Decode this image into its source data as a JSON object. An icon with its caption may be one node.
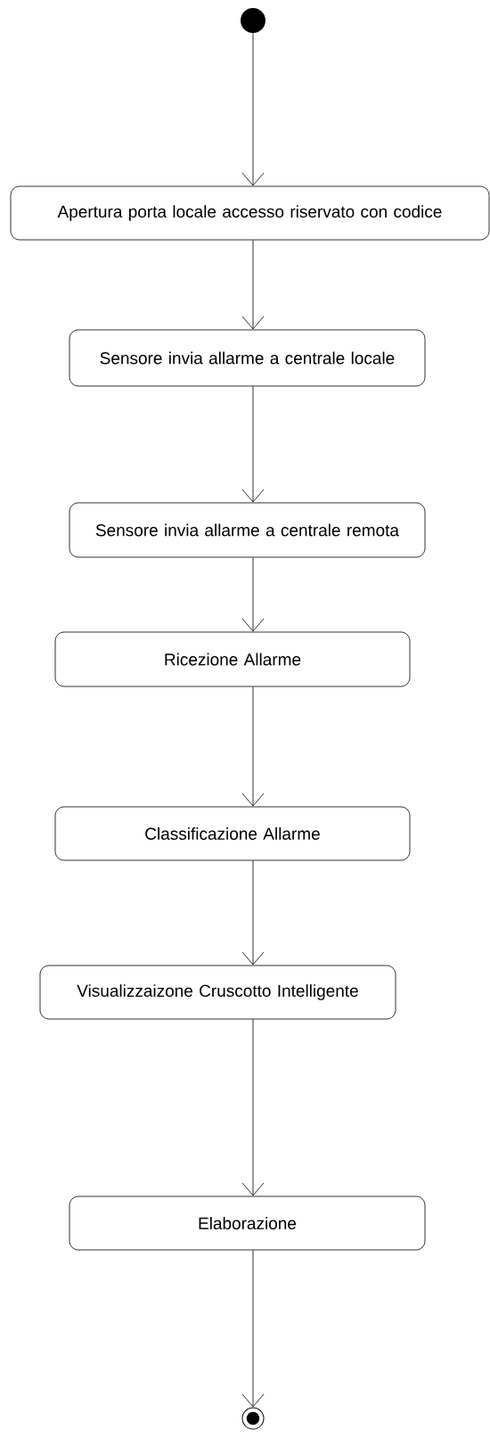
{
  "diagram": {
    "nodes": [
      {
        "text": [],
        "shape": "circle"
      },
      {
        "text": [
          "Apertura porta locale accesso riservato con codice"
        ]
      },
      {
        "text": [
          "Sensore invia allarme a centrale locale"
        ]
      },
      {
        "text": [
          "Sensore invia allarme a centrale remota"
        ]
      },
      {
        "text": [
          "Ricezione Allarme"
        ]
      },
      {
        "text": [
          "Classificazione Allarme"
        ]
      },
      {
        "text": [
          "Visualizzaizone Cruscotto Intelligente"
        ]
      },
      {
        "text": [
          "Elaborazione"
        ]
      },
      {
        "text": [],
        "shape": "bullseye"
      }
    ],
    "edges": [
      {
        "from": 0,
        "to": 1,
        "arrow": "to"
      },
      {
        "from": 1,
        "to": 2,
        "arrow": "to"
      },
      {
        "from": 2,
        "to": 3,
        "arrow": "to"
      },
      {
        "from": 3,
        "to": 4,
        "arrow": "to"
      },
      {
        "from": 4,
        "to": 5,
        "arrow": "to"
      },
      {
        "from": 5,
        "to": 6,
        "arrow": "to"
      },
      {
        "from": 6,
        "to": 7,
        "arrow": "to"
      },
      {
        "from": 7,
        "to": 8,
        "arrow": "to"
      }
    ]
  }
}
